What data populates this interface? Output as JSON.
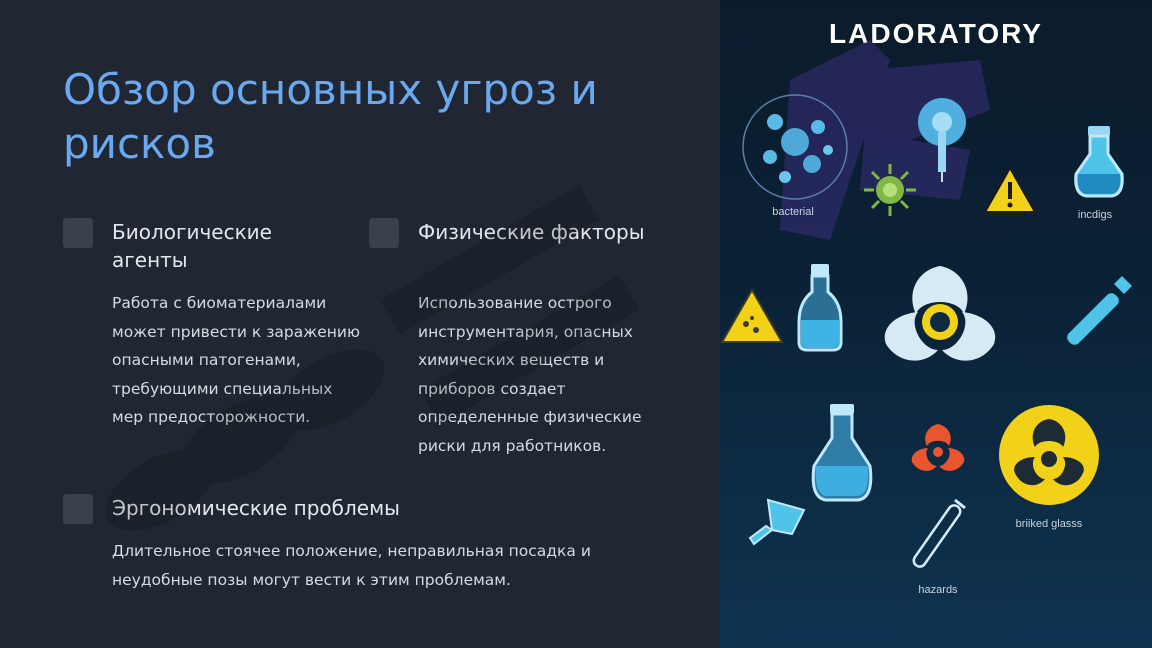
{
  "slide": {
    "title": "Обзор основных угроз и рисков",
    "sections": [
      {
        "heading": "Биологические агенты",
        "body": "Работа с биоматериалами может привести к заражению опасными патогенами, требующими специальных мер предосторожности."
      },
      {
        "heading": "Физические факторы",
        "body": "Использование острого инструментария, опасных химических веществ и приборов создает определенные физические риски для работников."
      },
      {
        "heading": "Эргономические проблемы",
        "body": "Длительное стоячее положение, неправильная посадка и неудобные позы могут вести к этим проблемам."
      }
    ]
  },
  "illustration": {
    "title": "LADORATORY",
    "labels": {
      "bacterial": "bacterial",
      "incdigs": "incdigs",
      "briliked": "briiked glasss",
      "hazards": "hazards"
    },
    "icons": [
      "bacteria-cluster-icon",
      "virus-icon",
      "syringe-icon",
      "warning-triangle-icon",
      "flask-icon",
      "biohazard-icon",
      "test-tube-icon",
      "broken-glass-icon",
      "pipette-icon"
    ]
  },
  "colors": {
    "title": "#6aa9f0",
    "accent_cyan": "#4fc3e8",
    "warning_yellow": "#f2d219",
    "biohazard_orange": "#e8552e"
  }
}
